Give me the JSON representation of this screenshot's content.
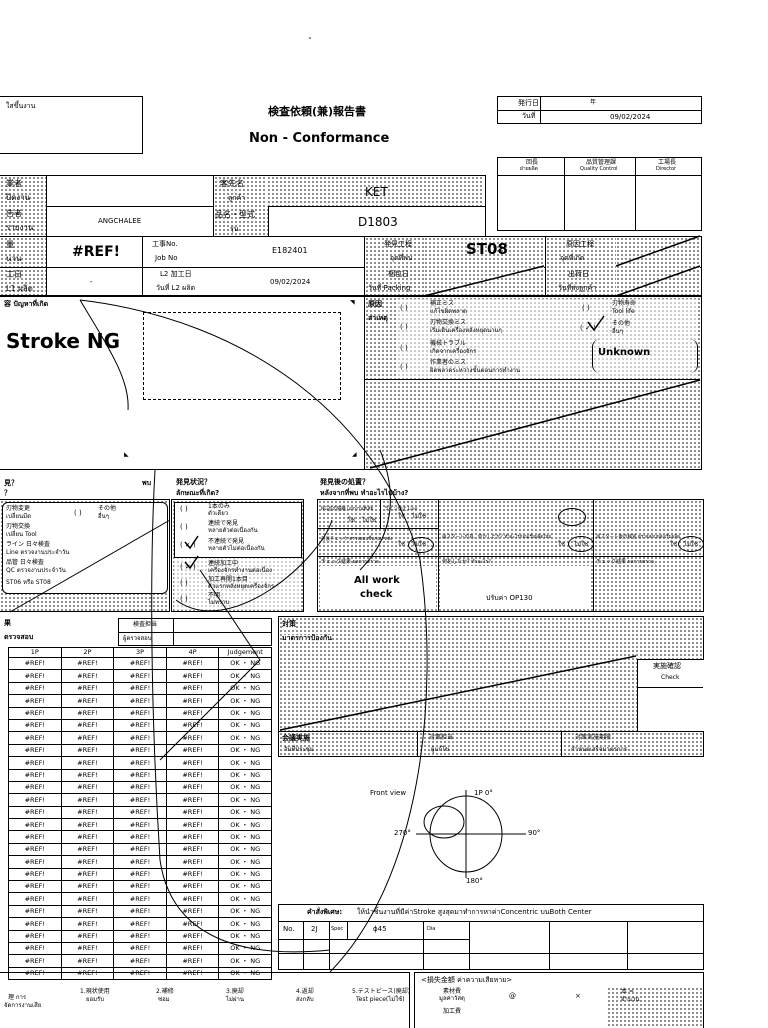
{
  "header": {
    "doc_title_jp": "検査依頼(兼)報告書",
    "doc_title_en": "Non - Conformance",
    "top_left_label": "ใสขึ้นงาน",
    "issue_date_label_jp": "発行日",
    "issue_date_label_th": "วันที่",
    "issue_date_hint": "年",
    "issue_date_value": "09/02/2024"
  },
  "approvals": {
    "headers": [
      {
        "jp": "回長",
        "sub": "ฝ่ายผลิต"
      },
      {
        "jp": "品質管理課",
        "sub": "Quality Control"
      },
      {
        "jp": "工場長",
        "sub": "Director"
      }
    ]
  },
  "info": {
    "left_labels": [
      "業者",
      "ปิดงาน",
      "告者",
      "รายงาน",
      "量",
      "นวน",
      "工日",
      "L1 ผลิต"
    ],
    "reporter": "ANGCHALEE",
    "quantity": "#REF!",
    "l1_date": "-",
    "customer_label_jp": "客先名",
    "customer_label_th": "ลูกค้า",
    "customer_value": "KET",
    "part_label_jp": "品名・型式",
    "part_label_th": "รุ่น",
    "part_value": "D1803",
    "job_label_jp": "工事No.",
    "job_label_en": "Job No",
    "job_value": "E182401",
    "l2_label_jp": "L2 加工日",
    "l2_label_th": "วันที่  L2 ผลิต",
    "l2_value": "09/02/2024",
    "found_process_jp": "発見工程",
    "found_process_th": "จุดที่พบ",
    "found_process_value": "ST08",
    "packing_jp": "梱包日",
    "packing_th": "วันที่  Packing",
    "cause_process_jp": "原因工程",
    "cause_process_th": "จุดที่เกิด",
    "ship_jp": "出荷日",
    "ship_th": "วันที่ส่งลูกค้า"
  },
  "problem": {
    "label": "容  ปัญหาที่เกิด",
    "value": "Stroke NG"
  },
  "cause": {
    "label_jp": "原因",
    "label_th": "สาเหตุ",
    "items": [
      {
        "mark": "(    )",
        "jp": "補正ミス",
        "th": "แก้ไขผิดพลาด"
      },
      {
        "mark": "(    )",
        "jp": "刃物交換ミス",
        "th": "เริ่มเดินเครื่องหลังหยุดนานๆ"
      },
      {
        "mark": "(    )",
        "jp": "機械トラブル",
        "th": "เกิดจากเครื่องจักร"
      },
      {
        "mark": "(    )",
        "jp": "作業者のミス",
        "th": "ผิดพลาดระหว่างขั้นตอนการทำงาน"
      }
    ],
    "right_items": [
      {
        "mark": "(    )",
        "jp": "刃物寿命",
        "th": "Tool life"
      },
      {
        "mark": "(  ✓  )",
        "jp": "その他",
        "th": "อื่นๆ"
      }
    ],
    "other_value": "Unknown"
  },
  "section_found": {
    "left_title": "見？",
    "left_sub": "？",
    "found_label": "พบ",
    "left_items": [
      "刃物変更",
      "เปลี่ยนมีด",
      "刃物交換",
      "เปลี่ยน Tool",
      "ライン 日々検査",
      "Line ตรวจงานประจำวัน",
      "品管 日々検査",
      "QC ตรวจงานประจำวัน",
      "ST06 หรือ ST08"
    ],
    "left_other_mark": "(    )",
    "left_other_jp": "その他",
    "left_other_th": "อื่นๆ",
    "status_title_jp": "発見状況？",
    "status_title_th": "ลักษณะที่เกิด?",
    "status_items": [
      {
        "mark": "(    )",
        "jp": "1本のみ",
        "th": "ตัวเดียว"
      },
      {
        "mark": "(    )",
        "jp": "連続で発見",
        "th": "หลายตัวต่อเนื่องกัน"
      },
      {
        "mark": "( ✓ )",
        "jp": "不連続で発見",
        "th": "หลายตัวไม่ต่อเนื่องกัน"
      },
      {
        "mark": "( ✓ )",
        "jp": "連続加工中",
        "th": "เครื่องจักรทำงานต่อเนื่อง"
      },
      {
        "mark": "(    )",
        "jp": "加工再開1本目",
        "th": "ตัวแรกหลังหยุดเครื่องจักร"
      },
      {
        "mark": "(    )",
        "jp": "不明",
        "th": "ไม่ทราบ"
      }
    ],
    "action_title_jp": "発見後の処置？",
    "action_title_th": "หลังจากที่พบ ทำอะไรไปบ้าง?",
    "action_cells": [
      {
        "text": "NG品の隔離  แยกงานที่เสีย",
        "yes": "ใช่",
        "no": "ไม่ใช่"
      },
      {
        "text": "ライン停止  Line",
        "yes": "ใช่",
        "no": "ไม่ใช่"
      },
      {
        "text": "前後チェック  ตรวจสอบชิ้นก่อน-หลัง",
        "yes": "ใช่",
        "no": "ไม่ใช่"
      },
      {
        "text": "再スタートの為、何かしたか?  ทำอะไรก่อนเริ่มผลิตใหม่",
        "yes": "ใช่",
        "no": "ไม่ใช่"
      },
      {
        "text": "再スタート後の検査  ตรวจสอบหลังเริ่มผลิต",
        "yes": "ใช่",
        "no": "ไม่ใช่"
      }
    ],
    "check_result_label": "チェック結果  ผลการตรวจ",
    "check_result_value_1": "All work",
    "check_result_value_2": "check",
    "what_did_label": "何をしたか?  ทำอะไร?",
    "what_did_value": "ปรับค่า  OP130",
    "check_result_label2": "チェック結果  ผลการตรวจ"
  },
  "measure": {
    "title_jp": "果",
    "title_th": "ตรวจสอบ",
    "inspector_jp": "検査担当",
    "inspector_th": "ผู้ตรวจสอบ",
    "columns": [
      "1P",
      "2P",
      "3P",
      "4P",
      "Judgement"
    ],
    "rows": [
      [
        "#REF!",
        "#REF!",
        "#REF!",
        "#REF!",
        "OK  ・  NG"
      ],
      [
        "#REF!",
        "#REF!",
        "#REF!",
        "#REF!",
        "OK  ・  NG"
      ],
      [
        "#REF!",
        "#REF!",
        "#REF!",
        "#REF!",
        "OK  ・  NG"
      ],
      [
        "#REF!",
        "#REF!",
        "#REF!",
        "#REF!",
        "OK  ・  NG"
      ],
      [
        "#REF!",
        "#REF!",
        "#REF!",
        "#REF!",
        "OK  ・  NG"
      ],
      [
        "#REF!",
        "#REF!",
        "#REF!",
        "#REF!",
        "OK  ・  NG"
      ],
      [
        "#REF!",
        "#REF!",
        "#REF!",
        "#REF!",
        "OK  ・  NG"
      ],
      [
        "#REF!",
        "#REF!",
        "#REF!",
        "#REF!",
        "OK  ・  NG"
      ],
      [
        "#REF!",
        "#REF!",
        "#REF!",
        "#REF!",
        "OK  ・  NG"
      ],
      [
        "#REF!",
        "#REF!",
        "#REF!",
        "#REF!",
        "OK  ・  NG"
      ],
      [
        "#REF!",
        "#REF!",
        "#REF!",
        "#REF!",
        "OK  ・  NG"
      ],
      [
        "#REF!",
        "#REF!",
        "#REF!",
        "#REF!",
        "OK  ・  NG"
      ],
      [
        "#REF!",
        "#REF!",
        "#REF!",
        "#REF!",
        "OK  ・  NG"
      ],
      [
        "#REF!",
        "#REF!",
        "#REF!",
        "#REF!",
        "OK  ・  NG"
      ],
      [
        "#REF!",
        "#REF!",
        "#REF!",
        "#REF!",
        "OK  ・  NG"
      ],
      [
        "#REF!",
        "#REF!",
        "#REF!",
        "#REF!",
        "OK  ・  NG"
      ],
      [
        "#REF!",
        "#REF!",
        "#REF!",
        "#REF!",
        "OK  ・  NG"
      ],
      [
        "#REF!",
        "#REF!",
        "#REF!",
        "#REF!",
        "OK  ・  NG"
      ],
      [
        "#REF!",
        "#REF!",
        "#REF!",
        "#REF!",
        "OK  ・  NG"
      ],
      [
        "#REF!",
        "#REF!",
        "#REF!",
        "#REF!",
        "OK  ・  NG"
      ],
      [
        "#REF!",
        "#REF!",
        "#REF!",
        "#REF!",
        "OK  ・  NG"
      ],
      [
        "#REF!",
        "#REF!",
        "#REF!",
        "#REF!",
        "OK  ・  NG"
      ],
      [
        "#REF!",
        "#REF!",
        "#REF!",
        "#REF!",
        "OK  ・  NG"
      ],
      [
        "#REF!",
        "#REF!",
        "#REF!",
        "#REF!",
        "OK  ・  NG"
      ],
      [
        "#REF!",
        "#REF!",
        "#REF!",
        "#REF!",
        "OK  ・  NG"
      ],
      [
        "#REF!",
        "#REF!",
        "#REF!",
        "#REF!",
        "OK  ・  NG"
      ]
    ]
  },
  "countermeasure": {
    "title_jp": "対策",
    "title_th": "มาตรการป้องกัน",
    "confirm_jp": "実施確認",
    "confirm_en": "Check",
    "meeting_jp": "会議実施",
    "meeting_th": "วันที่ประชุม",
    "owner_jp": "対策担当",
    "owner_th": "ผู้แก้ไข",
    "done_jp": "対策実施期限",
    "done_th": "กำหนดเสร็จมาตรการ"
  },
  "diagram": {
    "front_view": "Front view",
    "top": "1P  0°",
    "left": "270°",
    "right": "90°",
    "bottom": "180°"
  },
  "instruction": {
    "label": "คำสั่งพิเศษ:",
    "text": "ให้นำชิ้นงานที่มีค่าStroke สูงสุดมาทำการหาค่าConcentric บนBoth Center",
    "no_label": "No.",
    "no_value": "2J",
    "spec_label": "Spec",
    "spec_value": "ɸ45",
    "dia_label": "Dia",
    "dia_value": ""
  },
  "disposition": {
    "left_label_1": "理          การ",
    "left_label_2": "จัดการงานเสีย",
    "items": [
      {
        "jp": "1.現状使用",
        "th": "ยอมรับ"
      },
      {
        "jp": "2.補修",
        "th": "ซ่อม"
      },
      {
        "jp": "3.廃却",
        "th": "ไม่ผ่าน"
      },
      {
        "jp": "4.返却",
        "th": "ส่งกลับ"
      },
      {
        "jp": "5.テストピース(廃却)",
        "th": "Test piece(ไม่ใช้)"
      }
    ],
    "loss_title": "<損失金額  ค่าความเสียหาย>",
    "material_jp": "素材費",
    "material_th": "มูลค่าวัสดุ",
    "at": "@",
    "times": "×",
    "qty_jp": "本 =",
    "qty_th": "จำนวน",
    "process_jp": "加工費"
  }
}
